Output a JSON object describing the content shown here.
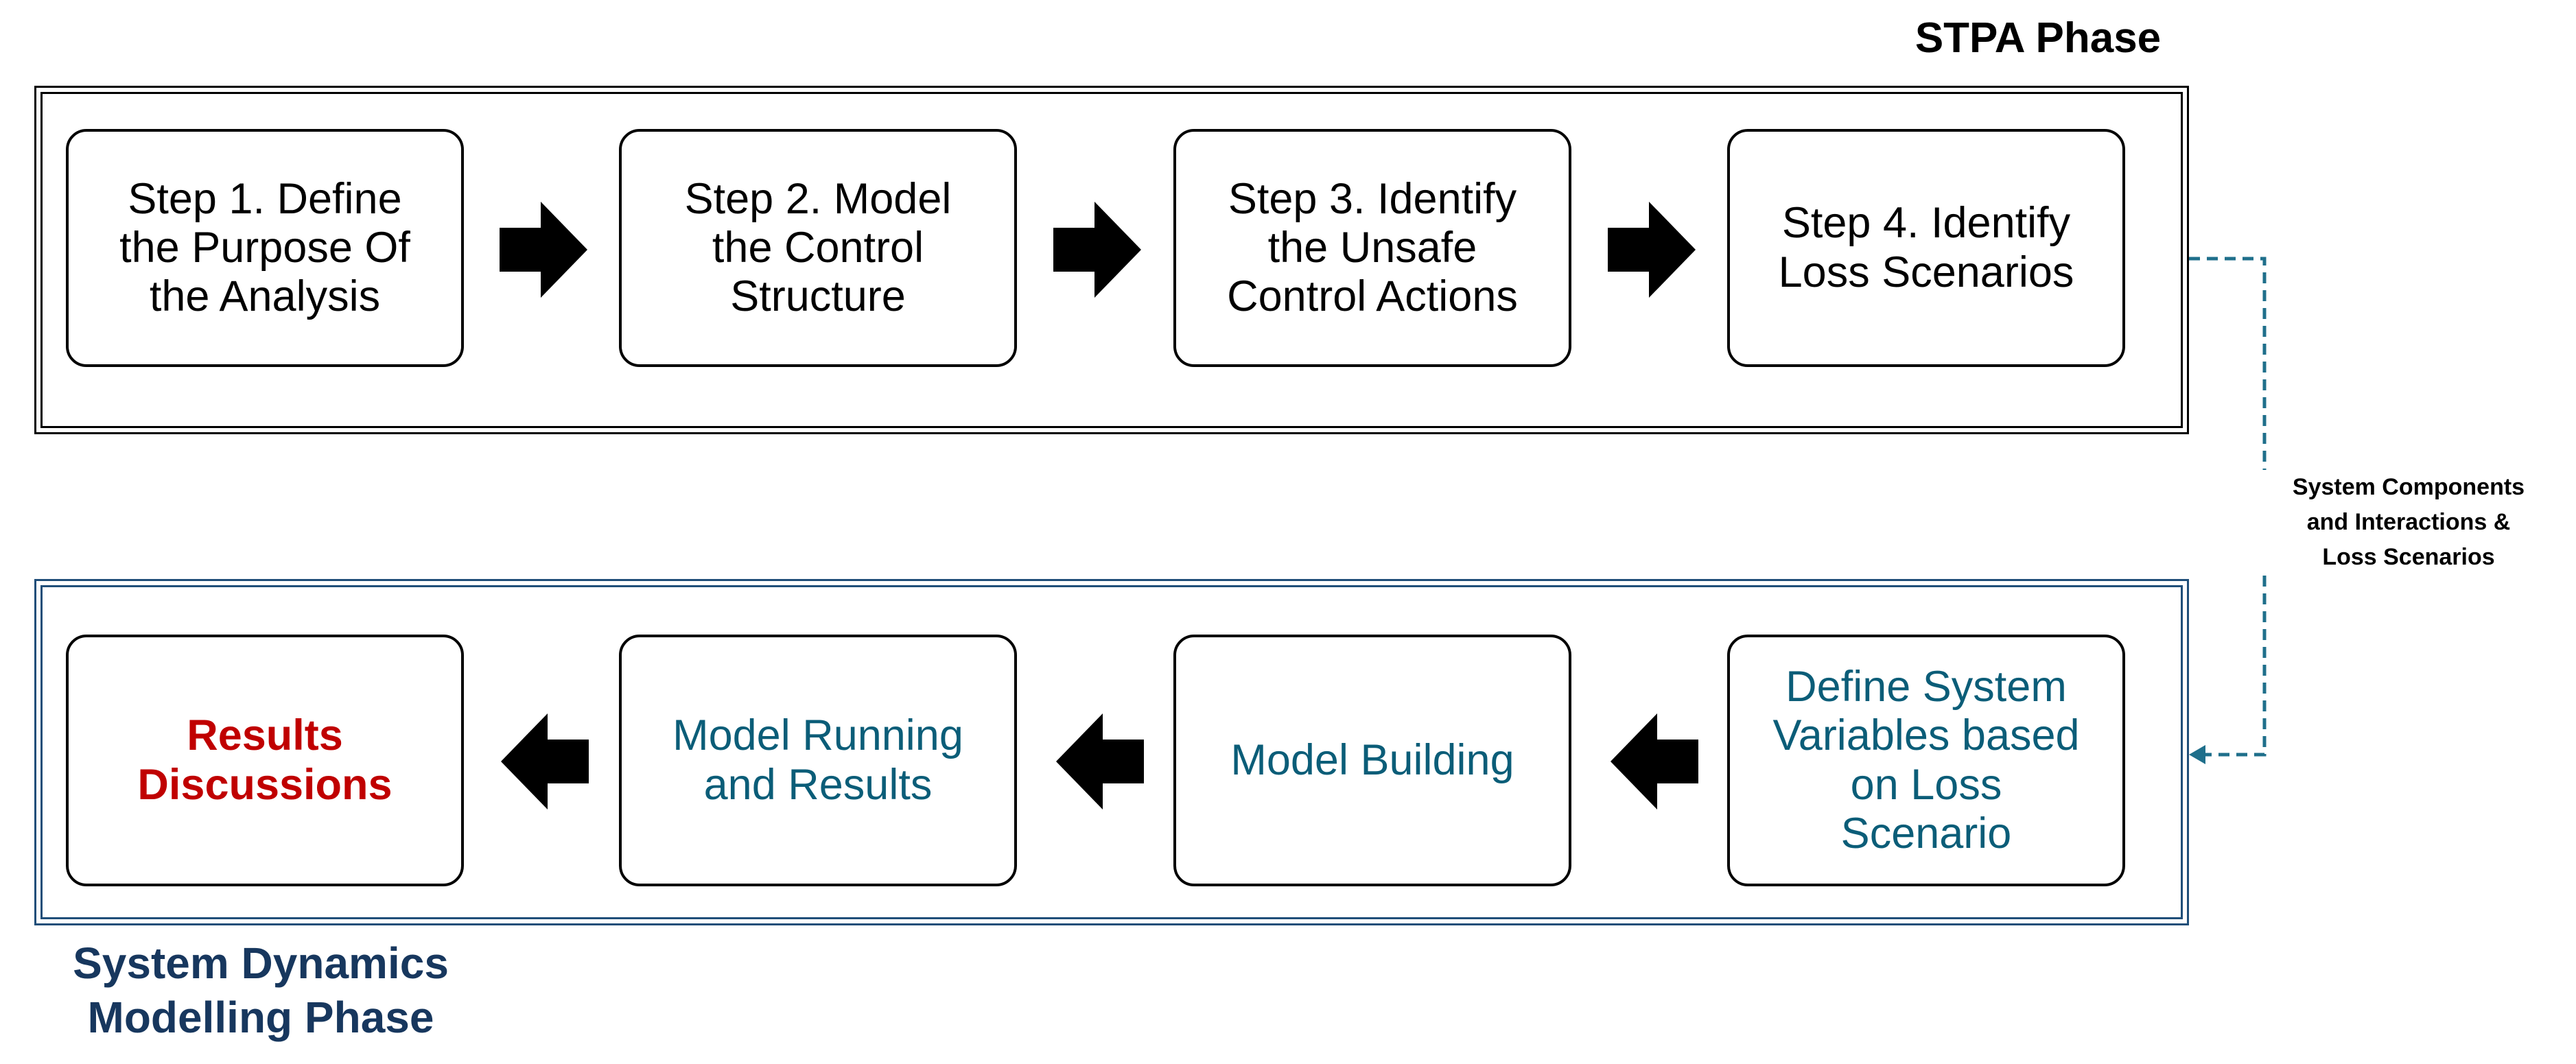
{
  "stpa_phase": {
    "title": "STPA Phase",
    "steps": [
      {
        "lines": [
          "Step 1. Define",
          "the Purpose Of",
          "the Analysis"
        ]
      },
      {
        "lines": [
          "Step 2. Model",
          "the Control",
          "Structure"
        ]
      },
      {
        "lines": [
          "Step 3. Identify",
          "the Unsafe",
          "Control Actions"
        ]
      },
      {
        "lines": [
          "Step 4. Identify",
          "Loss Scenarios"
        ]
      }
    ]
  },
  "connector": {
    "label_lines": [
      "System Components",
      "and Interactions &",
      "Loss Scenarios"
    ]
  },
  "sd_phase": {
    "title_lines": [
      "System Dynamics",
      "Modelling Phase"
    ],
    "steps": [
      {
        "lines": [
          "Define System",
          "Variables based",
          "on Loss",
          "Scenario"
        ]
      },
      {
        "lines": [
          "Model Building"
        ]
      },
      {
        "lines": [
          "Model Running",
          "and Results"
        ]
      },
      {
        "lines": [
          "Results",
          "Discussions"
        ]
      }
    ]
  },
  "colors": {
    "stpa_border": "#000000",
    "sd_border": "#1f4e79",
    "sd_text": "#0b5d78",
    "sd_title": "#17375e",
    "results_text": "#c00000",
    "connector": "#1f6f8b"
  }
}
